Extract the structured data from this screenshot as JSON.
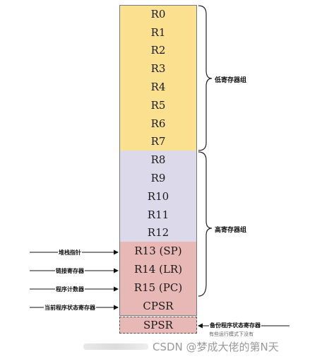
{
  "registers": {
    "low": [
      {
        "name": "R0"
      },
      {
        "name": "R1"
      },
      {
        "name": "R2"
      },
      {
        "name": "R3"
      },
      {
        "name": "R4"
      },
      {
        "name": "R5"
      },
      {
        "name": "R6"
      },
      {
        "name": "R7"
      }
    ],
    "high": [
      {
        "name": "R8"
      },
      {
        "name": "R9"
      },
      {
        "name": "R10"
      },
      {
        "name": "R11"
      },
      {
        "name": "R12"
      }
    ],
    "special": [
      {
        "name": "R13 (SP)"
      },
      {
        "name": "R14 (LR)"
      },
      {
        "name": "R15 (PC)"
      }
    ],
    "cpsr": "CPSR",
    "spsr": "SPSR"
  },
  "groups": {
    "low_label": "低寄存器组",
    "high_label": "高寄存器组"
  },
  "arrows": {
    "sp": "堆栈指针",
    "lr": "链接寄存器",
    "pc": "程序计数器",
    "cpsr": "当前程序状态寄存器",
    "spsr": "备份程序状态寄存器",
    "spsr_note": "有些运行模式下没有"
  },
  "colors": {
    "low": "#fbe08f",
    "high": "#dcdaea",
    "special": "#e8b8b6",
    "line": "#7a7a7a"
  },
  "watermark": "CSDN @梦成大佬的第N天"
}
